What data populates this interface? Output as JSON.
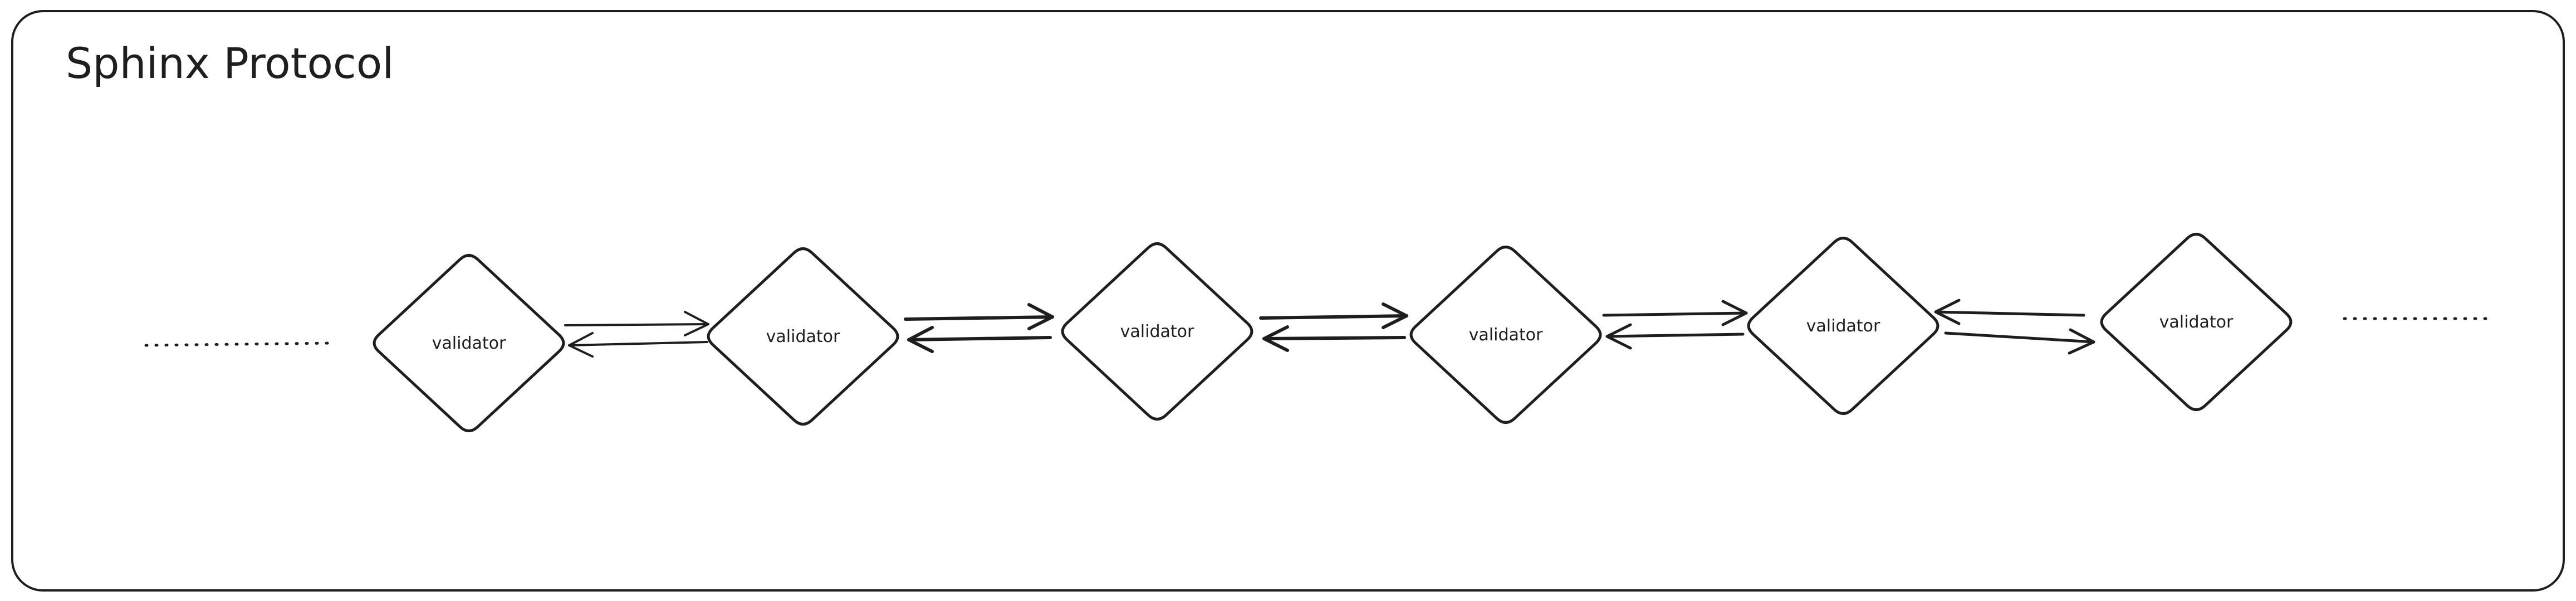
{
  "diagram": {
    "title": "Sphinx Protocol",
    "node_label": "validator",
    "nodes": [
      {
        "id": "n1",
        "label": "validator"
      },
      {
        "id": "n2",
        "label": "validator"
      },
      {
        "id": "n3",
        "label": "validator"
      },
      {
        "id": "n4",
        "label": "validator"
      },
      {
        "id": "n5",
        "label": "validator"
      },
      {
        "id": "n6",
        "label": "validator"
      }
    ],
    "edges": [
      {
        "from": "n1",
        "to": "n2",
        "direction": "both"
      },
      {
        "from": "n2",
        "to": "n3",
        "direction": "both"
      },
      {
        "from": "n3",
        "to": "n4",
        "direction": "both"
      },
      {
        "from": "n4",
        "to": "n5",
        "direction": "both"
      },
      {
        "from": "n5",
        "to": "n6",
        "direction": "both"
      }
    ],
    "continuation": [
      "left-dotted-line",
      "right-dotted-line"
    ],
    "colors": {
      "stroke": "#1e1e1e",
      "background": "#ffffff"
    }
  }
}
